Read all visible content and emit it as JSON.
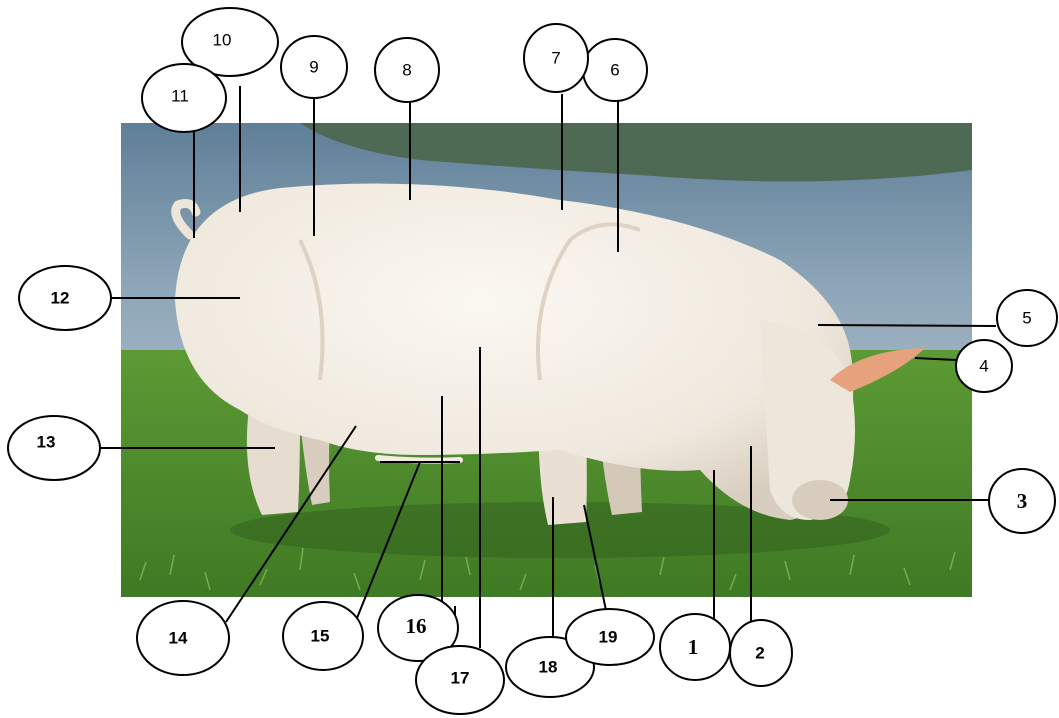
{
  "figure": {
    "subject": "pig-photograph",
    "colors": {
      "sky": "#6e8fa6",
      "tarp": "#4f6a52",
      "wall": "#d6dde4",
      "grass": "#4f8a2c",
      "grass_light": "#7fb04a",
      "pig_body": "#f4efe6",
      "pig_shadow": "#d9cfc2",
      "ear": "#e6a27c"
    }
  },
  "labels": [
    {
      "id": "1",
      "text": "1"
    },
    {
      "id": "2",
      "text": "2"
    },
    {
      "id": "3",
      "text": "3"
    },
    {
      "id": "4",
      "text": "4"
    },
    {
      "id": "5",
      "text": "5"
    },
    {
      "id": "6",
      "text": "6"
    },
    {
      "id": "7",
      "text": "7"
    },
    {
      "id": "8",
      "text": "8"
    },
    {
      "id": "9",
      "text": "9"
    },
    {
      "id": "10",
      "text": "10"
    },
    {
      "id": "11",
      "text": "11"
    },
    {
      "id": "12",
      "text": "12"
    },
    {
      "id": "13",
      "text": "13"
    },
    {
      "id": "14",
      "text": "14"
    },
    {
      "id": "15",
      "text": "15"
    },
    {
      "id": "16",
      "text": "16"
    },
    {
      "id": "17",
      "text": "17"
    },
    {
      "id": "18",
      "text": "18"
    },
    {
      "id": "19",
      "text": "19"
    }
  ]
}
